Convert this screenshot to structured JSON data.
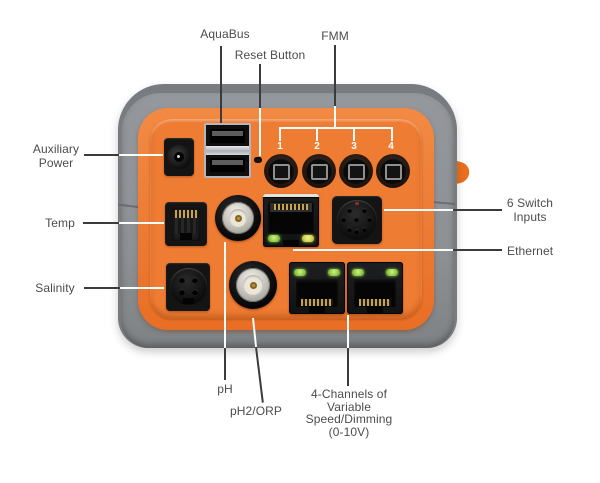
{
  "figure": {
    "description_colors": {
      "panel_orange": "#ef7c33",
      "casing_gray": "#8f9396",
      "led_green": "#8bc63e",
      "led_amber": "#ccd34a",
      "callout_line_dark": "#3b3b3d",
      "callout_line_light": "#fcfcfc",
      "label_text": "#4c4c4e"
    }
  },
  "callouts": {
    "aquabus": {
      "label": "AquaBus"
    },
    "reset_button": {
      "label": "Reset Button"
    },
    "fmm": {
      "label": "FMM",
      "port_numbers": [
        "1",
        "2",
        "3",
        "4"
      ]
    },
    "auxiliary_power": {
      "label_line1": "Auxiliary",
      "label_line2": "Power"
    },
    "temp": {
      "label": "Temp"
    },
    "salinity": {
      "label": "Salinity"
    },
    "switch_inputs": {
      "label_line1": "6 Switch",
      "label_line2": "Inputs"
    },
    "ethernet": {
      "label": "Ethernet"
    },
    "ph": {
      "label": "pH"
    },
    "ph2_orp": {
      "label": "pH2/ORP"
    },
    "variable_channels": {
      "label_line1": "4-Channels of",
      "label_line2": "Variable",
      "label_line3": "Speed/Dimming",
      "label_line4": "(0-10V)"
    }
  }
}
